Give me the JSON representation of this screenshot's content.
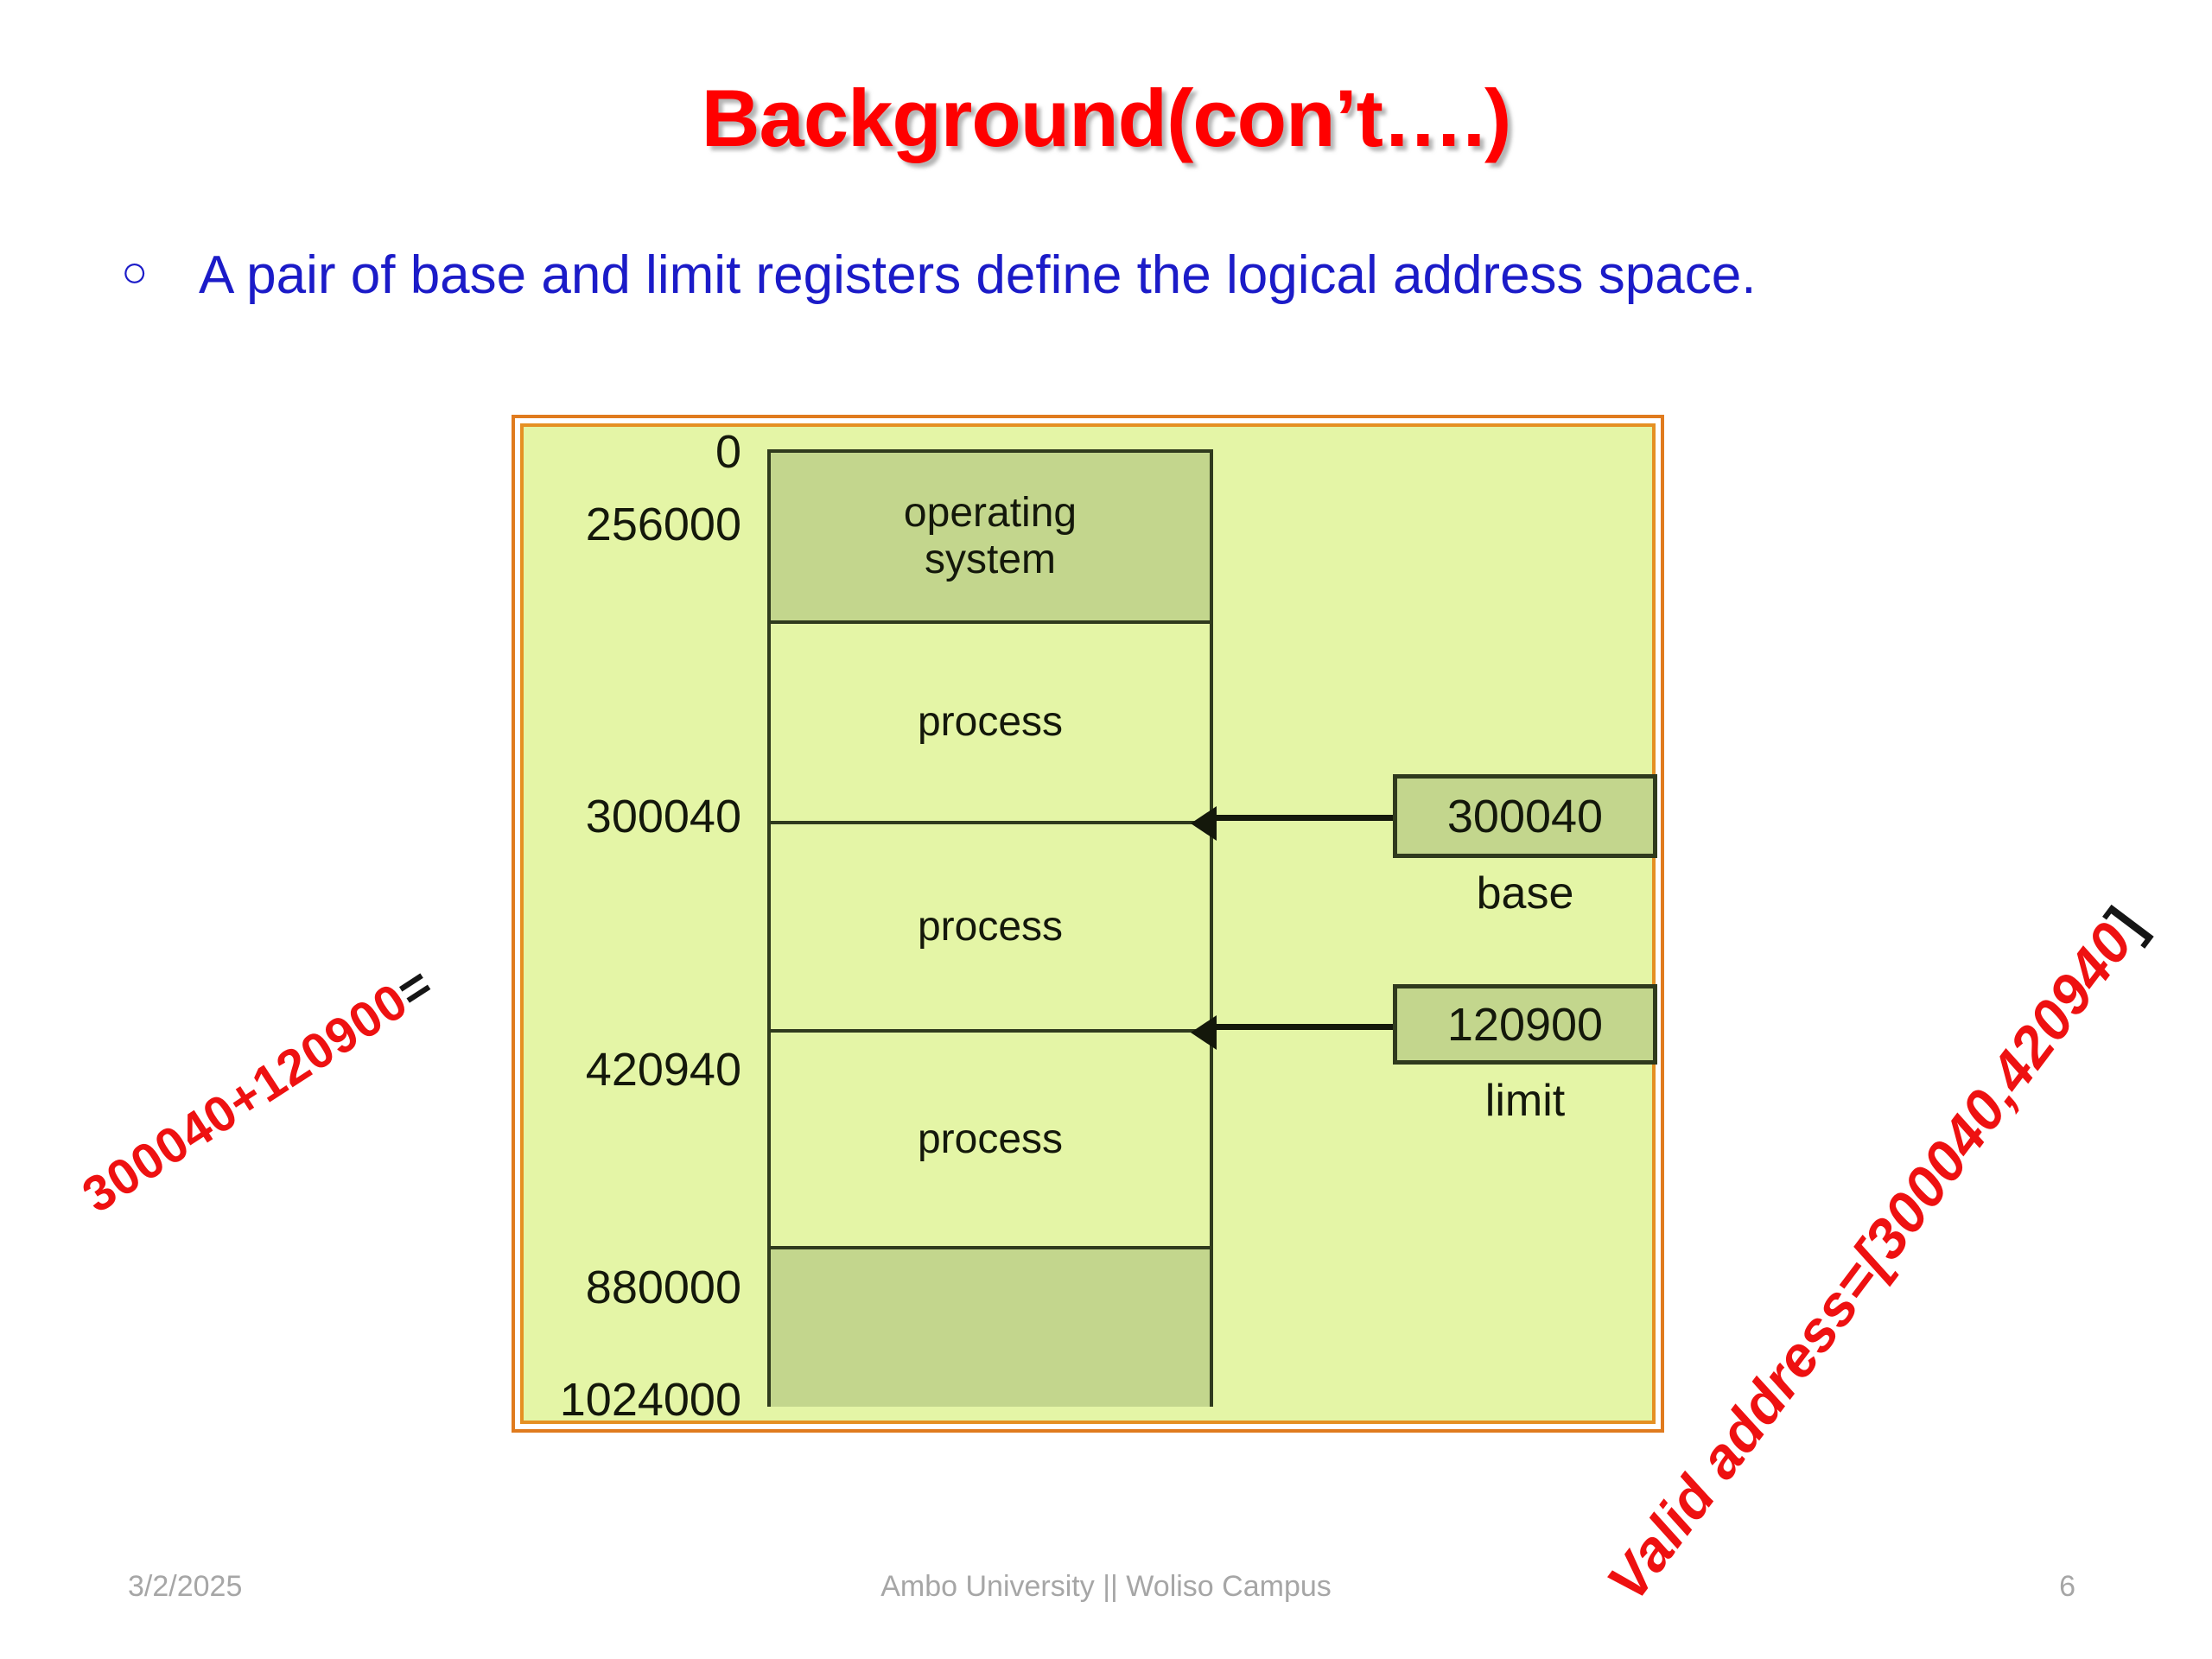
{
  "slide": {
    "title": "Background(con’t….)",
    "bullet_marker": "○",
    "bullet_text": "A pair of base and limit registers define the logical address space."
  },
  "diagram": {
    "blocks": [
      {
        "label": "operating\nsystem",
        "shaded": true
      },
      {
        "label": "process",
        "shaded": false
      },
      {
        "label": "process",
        "shaded": false
      },
      {
        "label": "process",
        "shaded": false
      },
      {
        "label": "",
        "shaded": true
      }
    ],
    "address_labels": [
      "0",
      "256000",
      "300040",
      "420940",
      "880000",
      "1024000"
    ],
    "registers": [
      {
        "value": "300040",
        "caption": "base"
      },
      {
        "value": "120900",
        "caption": "limit"
      }
    ]
  },
  "annotations": {
    "sum_expression": "300040+120900",
    "sum_equals": "=",
    "valid_address": "Valid address=[300040,420940",
    "valid_address_bracket": "]"
  },
  "footer": {
    "date": "3/2/2025",
    "center": "Ambo University || Woliso Campus",
    "page": "6"
  },
  "colors": {
    "title_red": "#ff0000",
    "bullet_blue": "#1b1bc8",
    "frame_orange": "#e07b1e",
    "panel_green": "#e4f5a6",
    "block_shaded_green": "#c3d68d",
    "annotation_red": "#ee1111",
    "footer_gray": "#a6a6a6"
  }
}
